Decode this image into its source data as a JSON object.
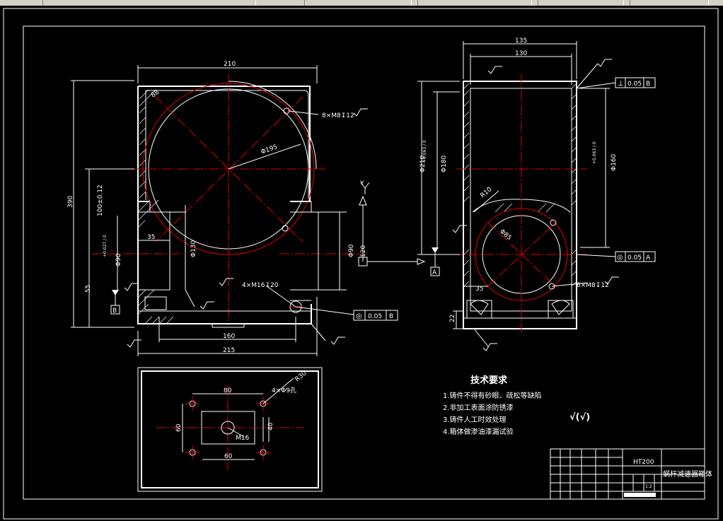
{
  "dimensions": {
    "front": {
      "width_210": "210",
      "height_390": "390",
      "d195": "Φ195",
      "holes_top": "8×M8↧12",
      "h100": "100±0.12",
      "d90": "Φ90",
      "d90_tol": "+0.027 / 0",
      "w35": "35",
      "d130": "Φ130",
      "h55": "55",
      "bolt": "4×M16↧20",
      "w160": "160",
      "w215": "215",
      "r88": "88"
    },
    "side": {
      "w135": "135",
      "w130": "130",
      "d210": "Φ210",
      "d180": "Φ180",
      "d180_tol": "+0.063 / 0",
      "d160": "Φ160",
      "d160_tol": "+0.063 / 0",
      "r10": "R10",
      "d85": "Φ85",
      "holes": "6×M8↧12",
      "w35": "35",
      "h22": "22",
      "h120": "120"
    },
    "bottom": {
      "w80": "80",
      "w60": "60",
      "h60": "60",
      "h40": "40",
      "holes": "4×Φ9孔",
      "m16": "M16",
      "r30": "R30"
    }
  },
  "datums": {
    "A": "A",
    "B": "B",
    "Y": "Y"
  },
  "tolerances": [
    {
      "symbol": "⊥",
      "value": "0.05",
      "datum": "B"
    },
    {
      "symbol": "◎",
      "value": "0.05",
      "datum": "A"
    },
    {
      "symbol": "◎",
      "value": "0.05",
      "datum": "B"
    }
  ],
  "technical_requirements": {
    "heading": "技术要求",
    "items": [
      "1.铸件不得有砂眼、疏松等缺陷",
      "2.非加工表面涂防锈漆",
      "3.铸件人工时效处理",
      "4.箱体做渗油漆漏试验"
    ],
    "roughness_note": "√(√)"
  },
  "title_block": {
    "material": "HT200",
    "part_name": "蜗杆减速器箱体",
    "scale": "1:2"
  }
}
